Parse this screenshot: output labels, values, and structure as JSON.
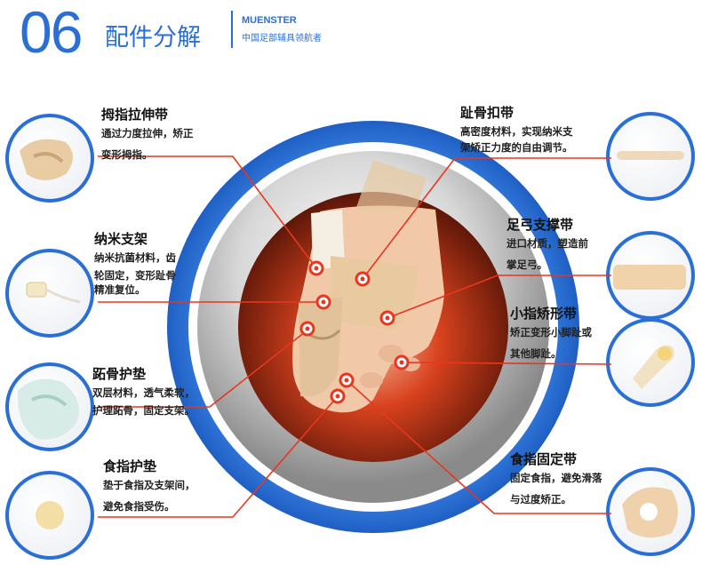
{
  "header": {
    "number": "06",
    "title": "配件分解",
    "brand": "MUENSTER",
    "subtitle": "中国足部辅具领航者"
  },
  "parts": [
    {
      "name": "拇指拉伸带",
      "desc1": "通过力度拉伸，矫正",
      "desc2": "变形拇指。"
    },
    {
      "name": "纳米支架",
      "desc1": "纳米抗菌材料，齿",
      "desc2": "轮固定，变形趾骨",
      "desc3": "精准复位。"
    },
    {
      "name": "跖骨护垫",
      "desc1": "双层材料，透气柔软，",
      "desc2": "护理跖骨，固定支架。"
    },
    {
      "name": "食指护垫",
      "desc1": "垫于食指及支架间，",
      "desc2": "避免食指受伤。"
    },
    {
      "name": "趾骨扣带",
      "desc1": "高密度材料，实现纳米支",
      "desc2": "架矫正力度的自由调节。"
    },
    {
      "name": "足弓支撑带",
      "desc1": "进口材质，塑造前",
      "desc2": "掌足弓。"
    },
    {
      "name": "小指矫形带",
      "desc1": "矫正变形小脚趾或",
      "desc2": "其他脚趾。"
    },
    {
      "name": "食指固定带",
      "desc1": "固定食指，避免滑落",
      "desc2": "与过度矫正。"
    }
  ],
  "colors": {
    "accent": "#2a6fd6",
    "leader_line": "#e8361f",
    "marker": "#e8361f"
  }
}
